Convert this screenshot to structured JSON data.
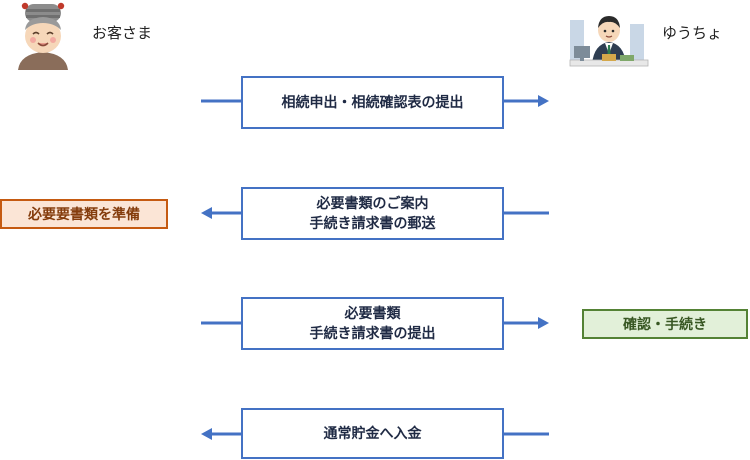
{
  "actors": {
    "customer_label": "お客さま",
    "bank_label": "ゆうちょ"
  },
  "steps": [
    {
      "lines": [
        "相続申出・相続確認表の提出"
      ],
      "direction": "to-bank"
    },
    {
      "lines": [
        "必要書類のご案内",
        "手続き請求書の郵送"
      ],
      "direction": "to-customer"
    },
    {
      "lines": [
        "必要書類",
        "手続き請求書の提出"
      ],
      "direction": "to-bank"
    },
    {
      "lines": [
        "通常貯金へ入金"
      ],
      "direction": "to-customer"
    }
  ],
  "customer_action": {
    "label": "必要要書類を準備",
    "border_color": "#c55a11",
    "fill_color": "#fbe5d6",
    "text_color": "#843c0c"
  },
  "bank_action": {
    "label": "確認・手続き",
    "border_color": "#548235",
    "fill_color": "#e2f0d9",
    "text_color": "#385723"
  },
  "colors": {
    "arrow": "#4472c4",
    "box_border": "#4472c4",
    "box_text": "#1f2a44"
  }
}
